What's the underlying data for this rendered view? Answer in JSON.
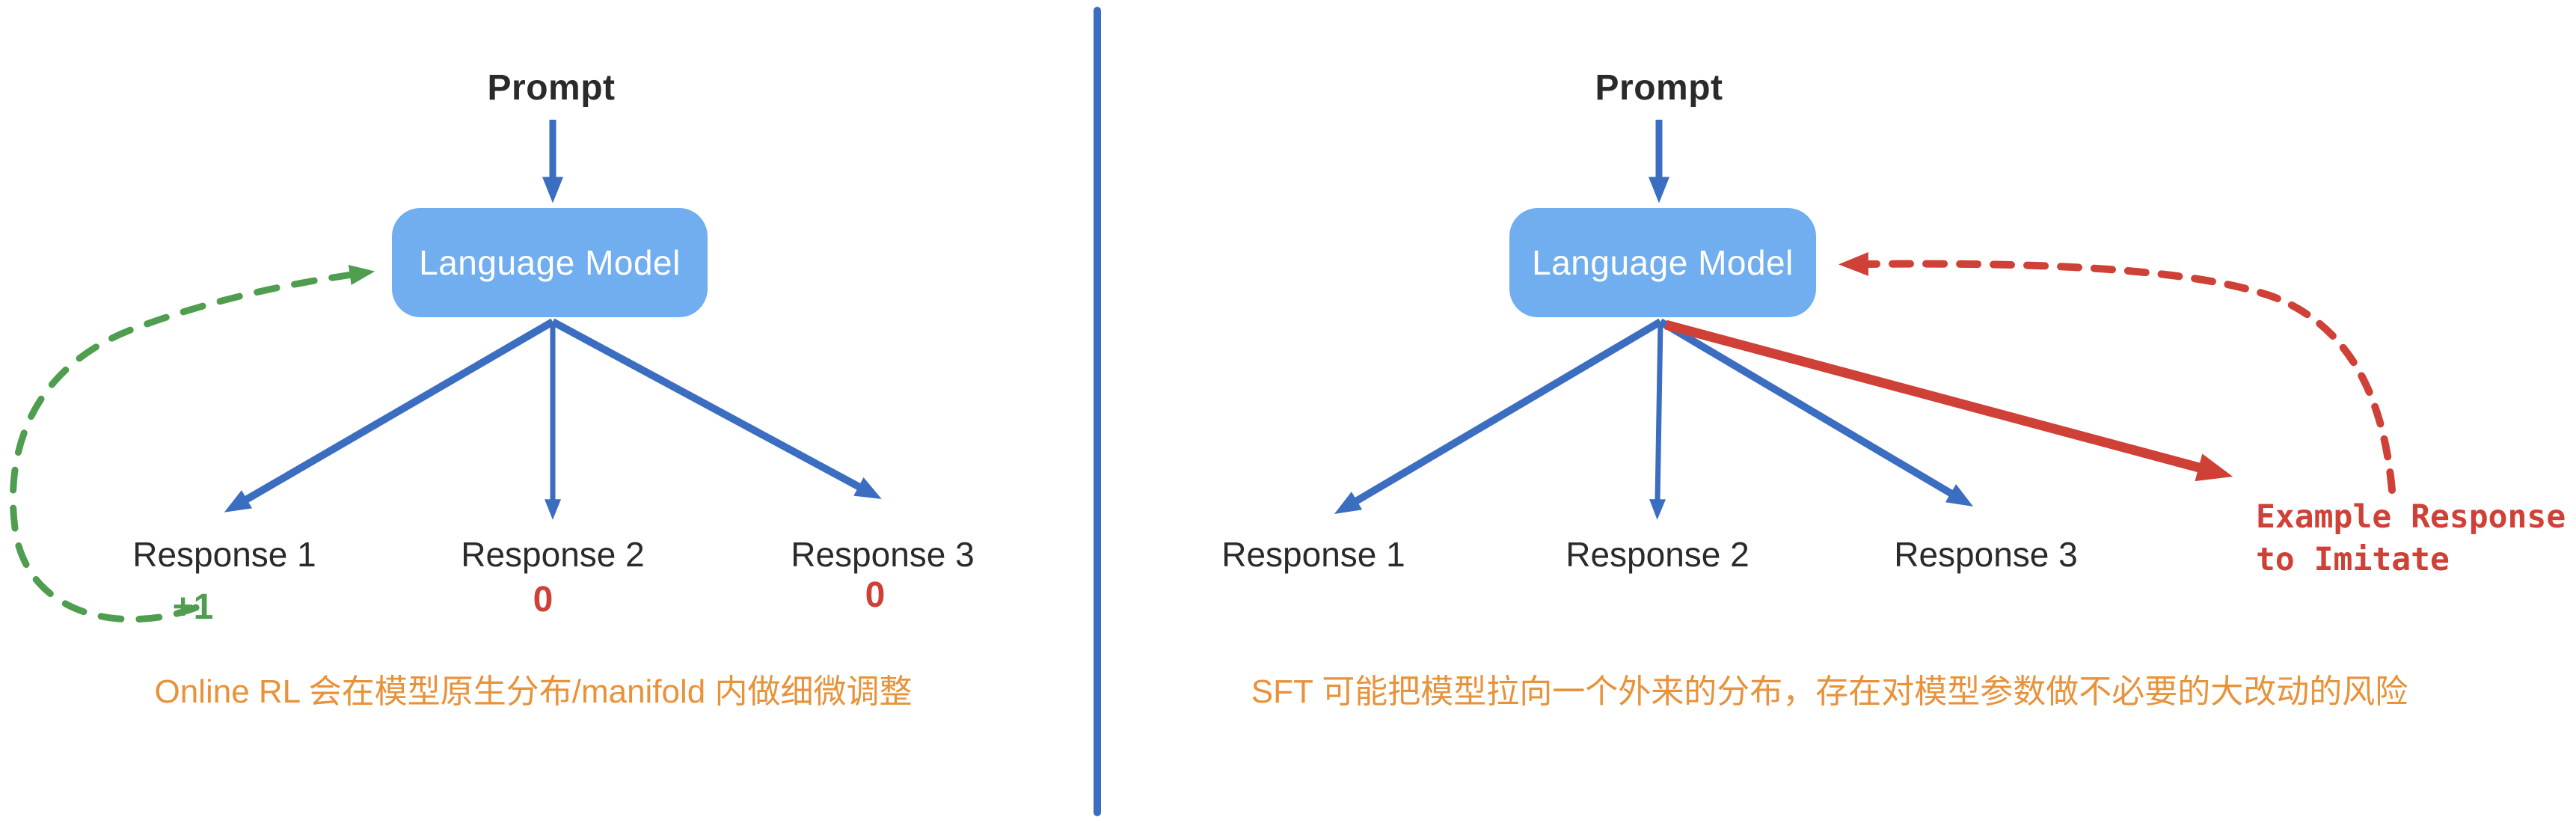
{
  "colors": {
    "blue": "#3b6dc1",
    "box_fill": "#71aeef",
    "box_text": "#ffffff",
    "green": "#4f9d4e",
    "red": "#cf4137",
    "orange": "#e8923a",
    "dark": "#2a2a2a"
  },
  "left_panel": {
    "prompt_label": "Prompt",
    "model_label": "Language Model",
    "responses": [
      "Response 1",
      "Response 2",
      "Response 3"
    ],
    "rewards": [
      "+1",
      "0",
      "0"
    ],
    "caption": "Online RL 会在模型原生分布/manifold 内做细微调整"
  },
  "right_panel": {
    "prompt_label": "Prompt",
    "model_label": "Language Model",
    "responses": [
      "Response 1",
      "Response 2",
      "Response 3"
    ],
    "example_label_line1": "Example Response",
    "example_label_line2": "to Imitate",
    "caption": "SFT 可能把模型拉向一个外来的分布，存在对模型参数做不必要的大改动的风险"
  }
}
